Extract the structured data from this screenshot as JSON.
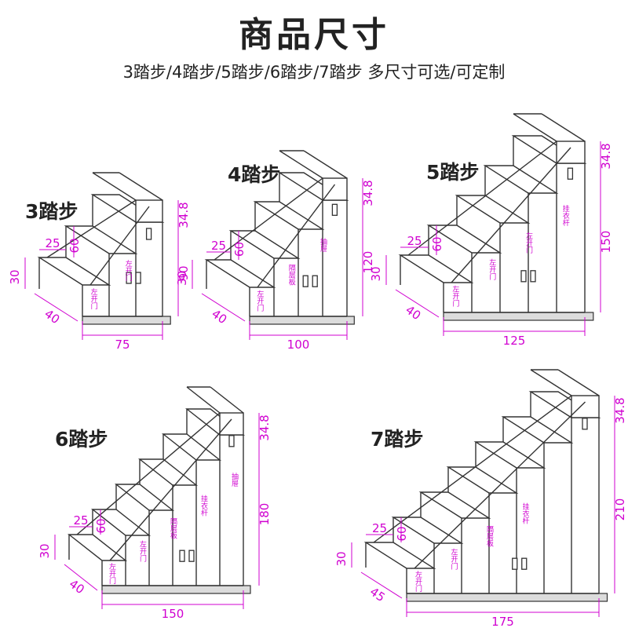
{
  "title": "商品尺寸",
  "subtitle": "3踏步/4踏步/5踏步/6踏步/7踏步 多尺寸可选/可定制",
  "colors": {
    "dimension": "#d000d0",
    "outline": "#333333",
    "base": "#dcdcdc"
  },
  "models": [
    {
      "name": "3踏步",
      "steps": 3,
      "width": "75",
      "depth": "40",
      "tread": "25",
      "step_height": "60",
      "bottom": "30",
      "total_height": "90",
      "top": "34.8",
      "labels": [
        "左开门",
        "左开门"
      ]
    },
    {
      "name": "4踏步",
      "steps": 4,
      "width": "100",
      "depth": "40",
      "tread": "25",
      "step_height": "60",
      "bottom": "30",
      "total_height": "120",
      "top": "34.8",
      "labels": [
        "左开门",
        "隔层板",
        "抽屉"
      ]
    },
    {
      "name": "5踏步",
      "steps": 5,
      "width": "125",
      "depth": "40",
      "tread": "25",
      "step_height": "60",
      "bottom": "30",
      "total_height": "150",
      "top": "34.8",
      "labels": [
        "左开门",
        "左开门",
        "左开门",
        "挂衣杆"
      ]
    },
    {
      "name": "6踏步",
      "steps": 6,
      "width": "150",
      "depth": "40",
      "tread": "25",
      "step_height": "60",
      "bottom": "30",
      "total_height": "180",
      "top": "34.8",
      "labels": [
        "左开门",
        "左开门",
        "隔层板",
        "挂衣杆",
        "抽屉"
      ]
    },
    {
      "name": "7踏步",
      "steps": 7,
      "width": "175",
      "depth": "45",
      "tread": "25",
      "step_height": "60",
      "bottom": "30",
      "total_height": "210",
      "top": "34.8",
      "labels": [
        "左开门",
        "左开门",
        "隔层板",
        "挂衣杆"
      ]
    }
  ]
}
